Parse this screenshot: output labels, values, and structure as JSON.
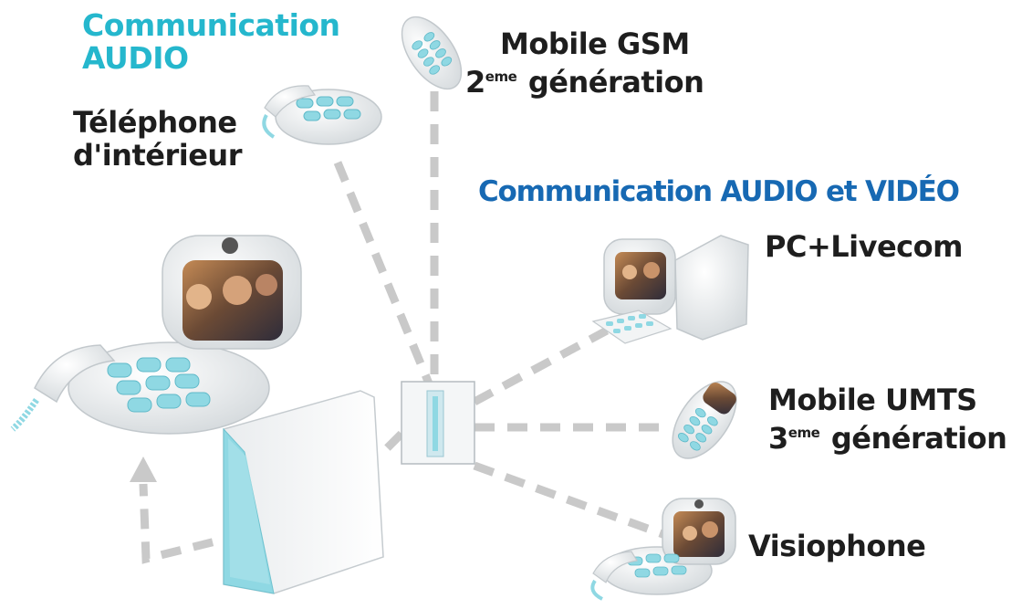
{
  "colors": {
    "audio_heading": "#25b7cd",
    "video_heading": "#1769b3",
    "text": "#1e1e1e",
    "links": "#c9c9c9",
    "device_body": "#f0f2f3",
    "keys": "#8fd8e3"
  },
  "audio": {
    "heading_line1": "Communication",
    "heading_line2": "AUDIO",
    "indoor_phone_line1": "Téléphone",
    "indoor_phone_line2": "d'intérieur",
    "gsm_line1": "Mobile GSM",
    "gsm_num": "2",
    "gsm_sup": "eme",
    "gsm_word": "génération"
  },
  "video": {
    "heading": "Communication AUDIO et VIDÉO",
    "pc": "PC+Livecom",
    "umts_line1": "Mobile UMTS",
    "umts_num": "3",
    "umts_sup": "eme",
    "umts_word": "génération",
    "visiophone": "Visiophone"
  }
}
